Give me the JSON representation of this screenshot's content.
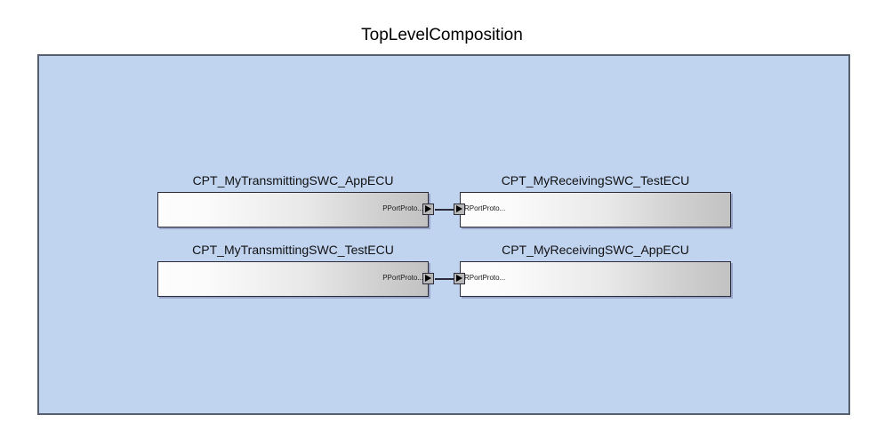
{
  "diagram": {
    "title": "TopLevelComposition",
    "container_fill": "#c0d3ef",
    "container_border": "#555f6e",
    "background": "#ffffff"
  },
  "components": [
    {
      "id": "cpt-mytransmittingswc-appecu",
      "label": "CPT_MyTransmittingSWC_AppECU",
      "row": 0,
      "side": "left",
      "port": {
        "kind": "pport",
        "label": "PPortProto...",
        "icon": "port-provided-triangle-icon"
      }
    },
    {
      "id": "cpt-myreceivingswc-testecu",
      "label": "CPT_MyReceivingSWC_TestECU",
      "row": 0,
      "side": "right",
      "port": {
        "kind": "rport",
        "label": "RPortProto...",
        "icon": "port-required-triangle-icon"
      }
    },
    {
      "id": "cpt-mytransmittingswc-testecu",
      "label": "CPT_MyTransmittingSWC_TestECU",
      "row": 1,
      "side": "left",
      "port": {
        "kind": "pport",
        "label": "PPortProto...",
        "icon": "port-provided-triangle-icon"
      }
    },
    {
      "id": "cpt-myreceivingswc-appecu",
      "label": "CPT_MyReceivingSWC_AppECU",
      "row": 1,
      "side": "right",
      "port": {
        "kind": "rport",
        "label": "RPortProto...",
        "icon": "port-required-triangle-icon"
      }
    }
  ],
  "connectors": [
    {
      "id": "connector-row-0",
      "row": 0,
      "from": "cpt-mytransmittingswc-appecu",
      "to": "cpt-myreceivingswc-testecu"
    },
    {
      "id": "connector-row-1",
      "row": 1,
      "from": "cpt-mytransmittingswc-testecu",
      "to": "cpt-myreceivingswc-appecu"
    }
  ]
}
